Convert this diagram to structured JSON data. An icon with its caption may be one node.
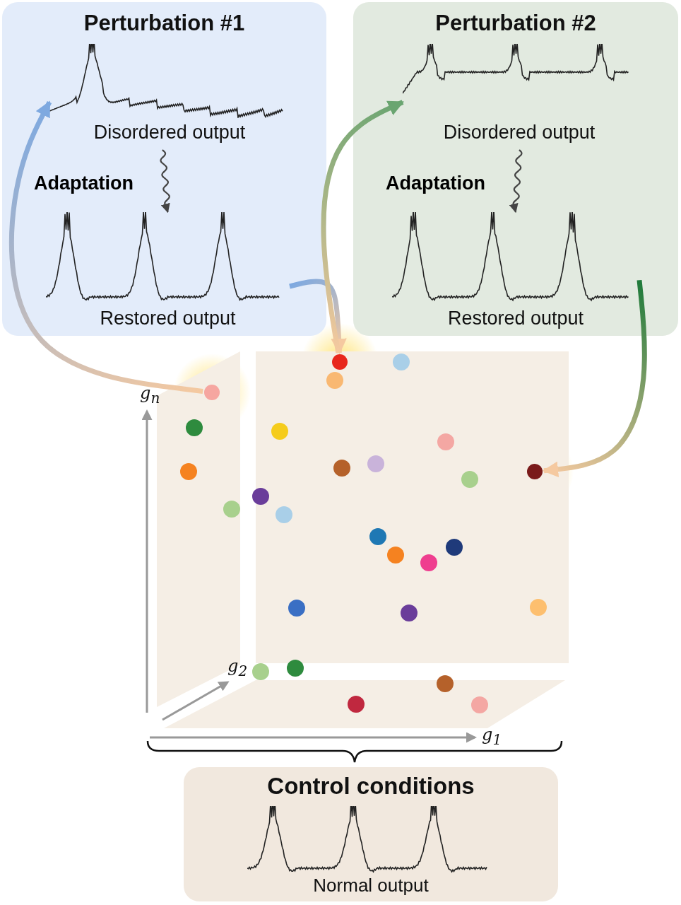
{
  "diagram": {
    "nodes": [
      {
        "text": [
          "Perturbation #1"
        ]
      },
      {
        "text": [
          "Disordered output"
        ],
        "in": 0
      },
      {
        "text": [
          "Restored output"
        ],
        "in": 0
      },
      {
        "text": [
          "Perturbation #2"
        ]
      },
      {
        "text": [
          "Disordered output"
        ],
        "in": 3
      },
      {
        "text": [
          "Restored output"
        ],
        "in": 3
      },
      {
        "text": [
          "Control conditions",
          "Normal output"
        ]
      },
      {
        "text": [],
        "shape": "circle"
      },
      {
        "text": [],
        "shape": "circle"
      },
      {
        "text": [],
        "shape": "circle"
      }
    ],
    "edges": [
      {
        "from": 7,
        "to": 1,
        "arrow": "to",
        "style": "thick",
        "color": "#7ea9e0"
      },
      {
        "from": 2,
        "to": 8,
        "arrow": "to",
        "style": "thick",
        "color": "#7ea9e0"
      },
      {
        "from": 8,
        "to": 4,
        "arrow": "to",
        "style": "thick",
        "color": "#6aa571"
      },
      {
        "from": 5,
        "to": 9,
        "arrow": "to",
        "style": "thick",
        "color": "#1e7a3a"
      },
      {
        "from": 1,
        "to": 2,
        "arrow": "to",
        "label": "Adaptation"
      },
      {
        "from": 4,
        "to": 5,
        "arrow": "to",
        "label": "Adaptation"
      }
    ],
    "labels": [
      "g$_{n}$",
      "g$_{2}$",
      "g$_{1}$"
    ]
  }
}
